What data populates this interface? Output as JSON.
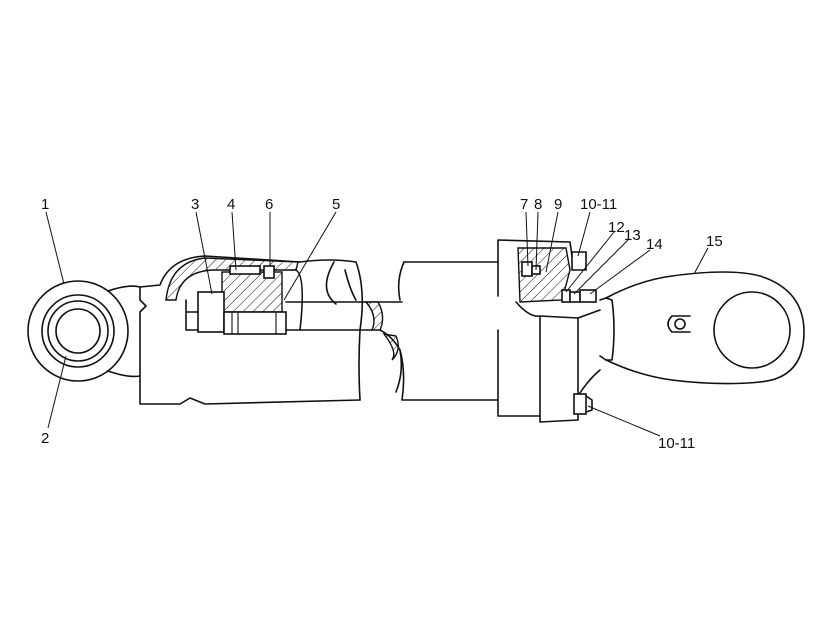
{
  "callouts": [
    {
      "id": "c1",
      "text": "1"
    },
    {
      "id": "c2",
      "text": "2"
    },
    {
      "id": "c3",
      "text": "3"
    },
    {
      "id": "c4",
      "text": "4"
    },
    {
      "id": "c6",
      "text": "6"
    },
    {
      "id": "c5",
      "text": "5"
    },
    {
      "id": "c7",
      "text": "7"
    },
    {
      "id": "c8",
      "text": "8"
    },
    {
      "id": "c9",
      "text": "9"
    },
    {
      "id": "c10a",
      "text": "10-11"
    },
    {
      "id": "c12",
      "text": "12"
    },
    {
      "id": "c13",
      "text": "13"
    },
    {
      "id": "c14",
      "text": "14"
    },
    {
      "id": "c15",
      "text": "15"
    },
    {
      "id": "c10b",
      "text": "10-11"
    }
  ]
}
